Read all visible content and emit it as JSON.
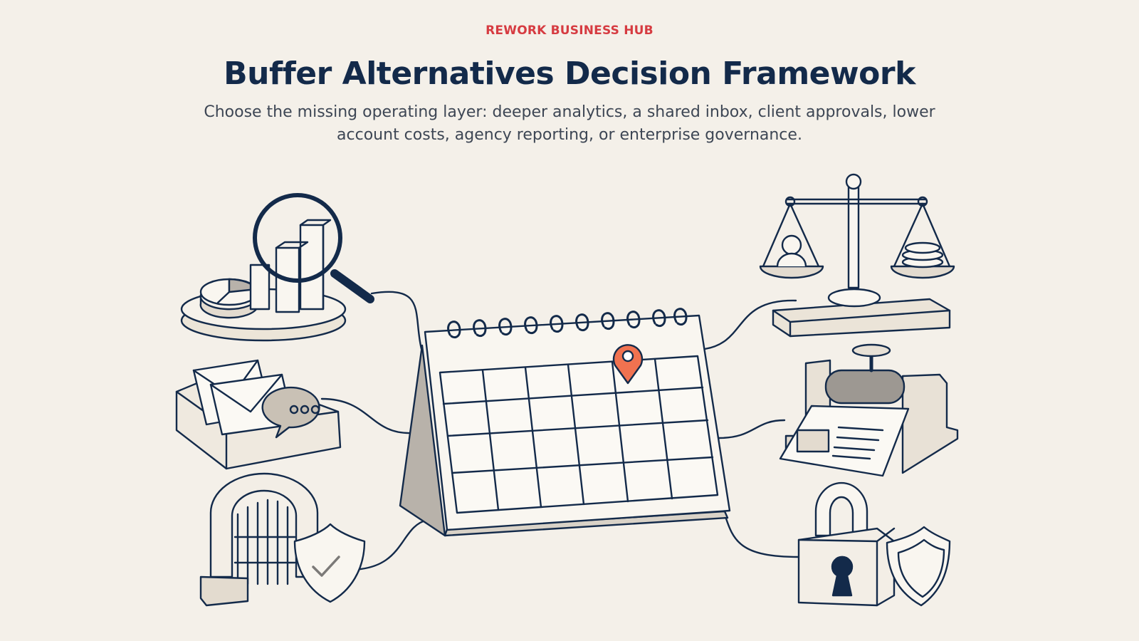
{
  "header": {
    "eyebrow": "REWORK BUSINESS HUB",
    "title": "Buffer Alternatives Decision Framework",
    "subtitle": "Choose the missing operating layer: deeper analytics, a shared inbox, client approvals, lower account costs, agency reporting, or enterprise governance."
  },
  "illustration": {
    "center_icon": "desk-calendar-icon",
    "pin_icon": "location-pin-icon",
    "icons": [
      "analytics-magnifier-icon",
      "shared-inbox-icon",
      "approval-gate-shield-icon",
      "cost-scale-icon",
      "report-printer-icon",
      "governance-lock-shield-icon"
    ]
  },
  "colors": {
    "background": "#f4f0e9",
    "accent": "#d63b41",
    "navy": "#132a4a",
    "pin": "#f07250",
    "fill": "#e3dbcf"
  }
}
